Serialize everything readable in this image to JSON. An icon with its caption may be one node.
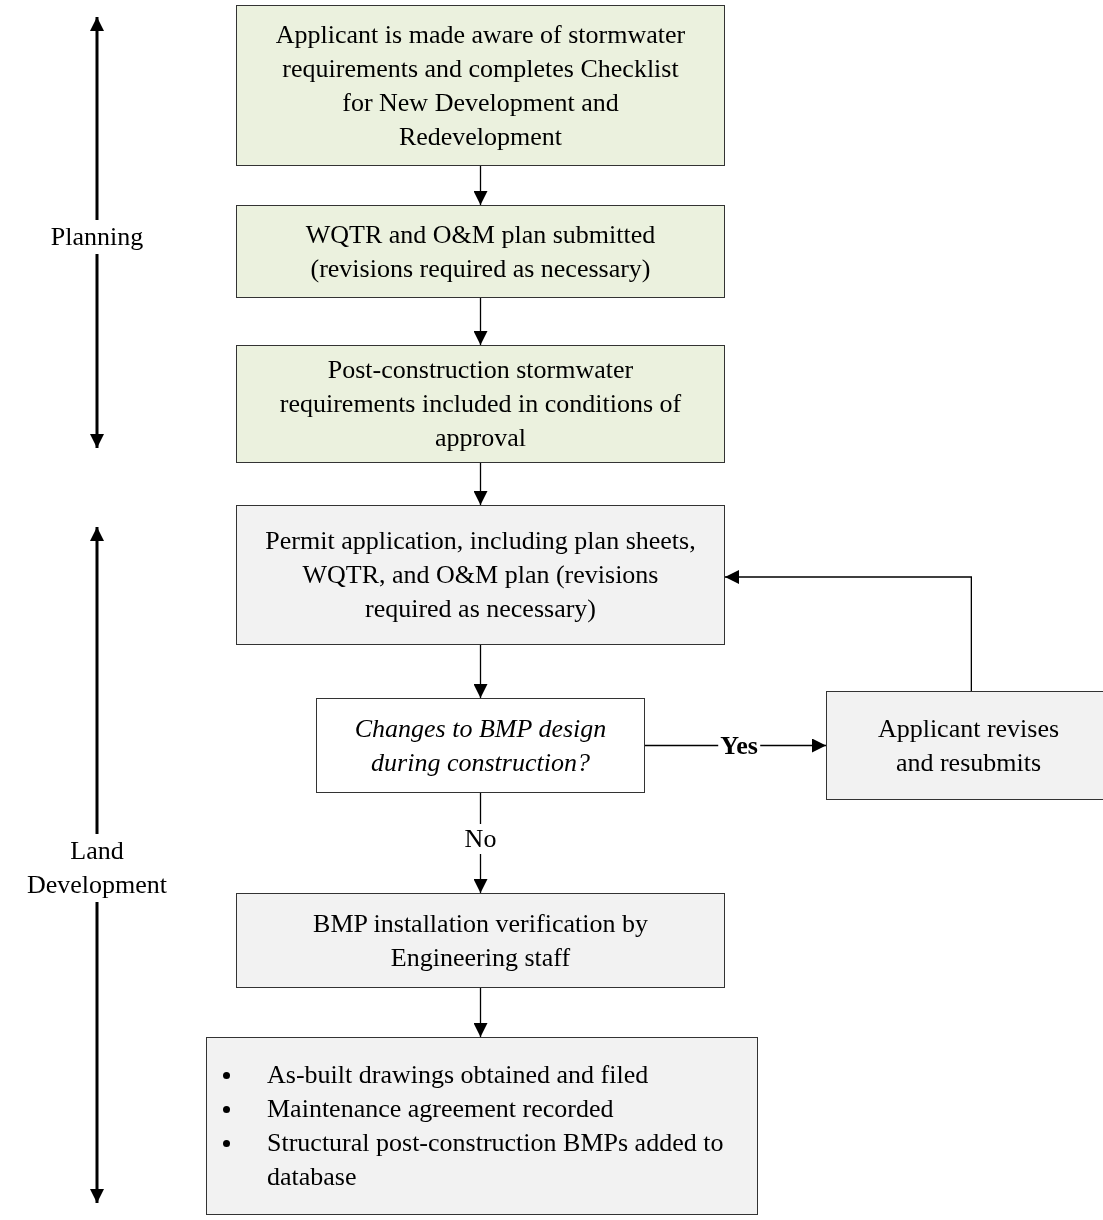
{
  "diagram": {
    "nodes": [
      {
        "text": [
          "Applicant is made aware of stormwater requirements and completes Checklist for New Development and Redevelopment"
        ]
      },
      {
        "text": [
          "WQTR and O&M plan submitted (revisions required as necessary)"
        ]
      },
      {
        "text": [
          "Post-construction stormwater requirements included in conditions of approval"
        ]
      },
      {
        "text": [
          "Permit application, including plan sheets, WQTR, and O&M plan (revisions required as necessary)"
        ]
      },
      {
        "text": [
          "Changes to BMP design during construction?"
        ]
      },
      {
        "text": [
          "Applicant revises and resubmits"
        ]
      },
      {
        "text": [
          "BMP installation verification by Engineering staff"
        ]
      },
      {
        "text": [
          "As-built drawings obtained and filed",
          "Maintenance agreement recorded",
          "Structural post-construction BMPs added to database"
        ]
      }
    ],
    "edges": [
      {
        "from": 0,
        "to": 1,
        "arrow": "to"
      },
      {
        "from": 1,
        "to": 2,
        "arrow": "to"
      },
      {
        "from": 2,
        "to": 3,
        "arrow": "to"
      },
      {
        "from": 3,
        "to": 4,
        "arrow": "to"
      },
      {
        "from": 4,
        "to": 5,
        "arrow": "to",
        "label": "Yes"
      },
      {
        "from": 4,
        "to": 6,
        "arrow": "to",
        "label": "No"
      },
      {
        "from": 6,
        "to": 7,
        "arrow": "to"
      },
      {
        "from": 5,
        "to": 3,
        "arrow": "to"
      }
    ],
    "labels": [
      "Planning",
      "Land Development"
    ]
  }
}
